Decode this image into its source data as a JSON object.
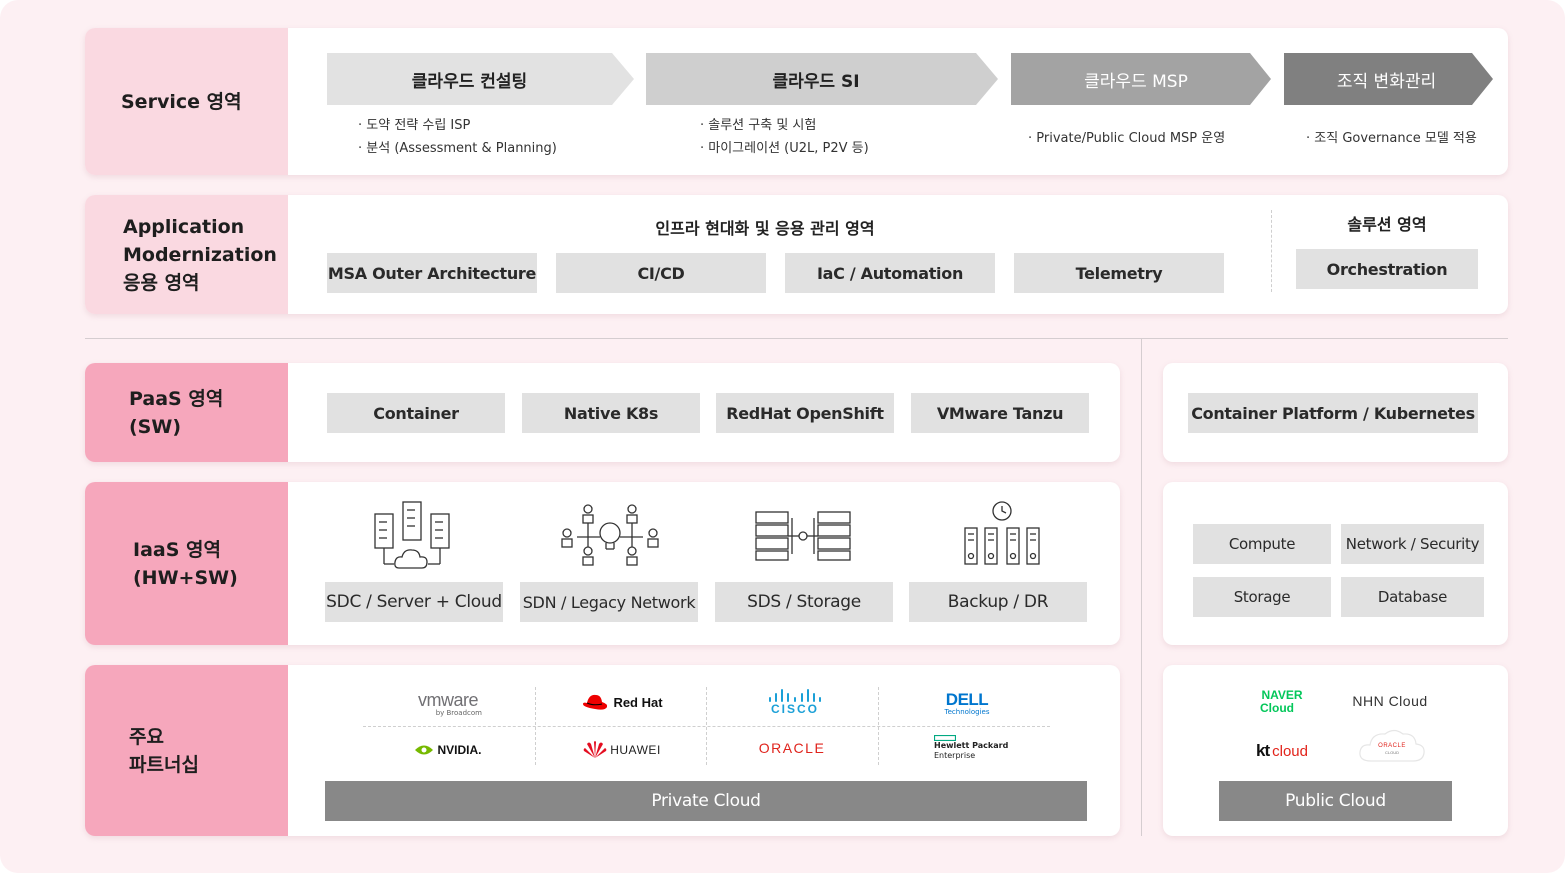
{
  "service": {
    "label": "Service 영역",
    "steps": [
      {
        "title": "클라우드 컨설팅",
        "bullets": [
          "· 도약 전략 수립 ISP",
          "· 분석 (Assessment & Planning)"
        ]
      },
      {
        "title": "클라우드 SI",
        "bullets": [
          "· 솔루션 구축 및 시험",
          "· 마이그레이션 (U2L, P2V 등)"
        ]
      },
      {
        "title": "클라우드 MSP",
        "bullets": [
          "· Private/Public Cloud MSP 운영"
        ]
      },
      {
        "title": "조직 변화관리",
        "bullets": [
          "· 조직 Governance 모델 적용"
        ]
      }
    ],
    "colors": [
      "#e2e2e2",
      "#cfcfcf",
      "#a3a3a3",
      "#808080"
    ]
  },
  "appmod": {
    "label": "Application\nModernization\n응용 영역",
    "infra_heading": "인프라 현대화 및 응용 관리 영역",
    "infra_items": [
      "MSA Outer Architecture",
      "CI/CD",
      "IaC / Automation",
      "Telemetry"
    ],
    "solution_heading": "솔루션 영역",
    "solution_item": "Orchestration"
  },
  "paas": {
    "label": "PaaS 영역\n(SW)",
    "items": [
      "Container",
      "Native K8s",
      "RedHat OpenShift",
      "VMware Tanzu"
    ],
    "public_item": "Container Platform / Kubernetes"
  },
  "iaas": {
    "label": "IaaS 영역\n(HW+SW)",
    "items": [
      {
        "label": "SDC / Server + Cloud",
        "icon": "server-cloud-icon"
      },
      {
        "label": "SDN / Legacy Network",
        "icon": "network-bulb-icon"
      },
      {
        "label": "SDS / Storage",
        "icon": "storage-icon"
      },
      {
        "label": "Backup / DR",
        "icon": "backup-icon"
      }
    ],
    "public_items": [
      "Compute",
      "Network / Security",
      "Storage",
      "Database"
    ]
  },
  "partners": {
    "label": "주요\n파트너십",
    "private_logos": {
      "vmware": "vmware",
      "vmware_sub": "by Broadcom",
      "redhat": "Red Hat",
      "cisco": "CISCO",
      "dell": "DELL",
      "dell_sub": "Technologies",
      "nvidia": "NVIDIA.",
      "huawei": "HUAWEI",
      "oracle": "ORACLE",
      "hpe_1": "Hewlett Packard",
      "hpe_2": "Enterprise"
    },
    "public_logos": {
      "naver_1": "NAVER",
      "naver_2": "Cloud",
      "nhn": "NHN Cloud",
      "kt_1": "kt",
      "kt_2": "cloud",
      "oracle_cloud_1": "ORACLE",
      "oracle_cloud_2": "CLOUD"
    },
    "private_label": "Private Cloud",
    "public_label": "Public Cloud"
  }
}
